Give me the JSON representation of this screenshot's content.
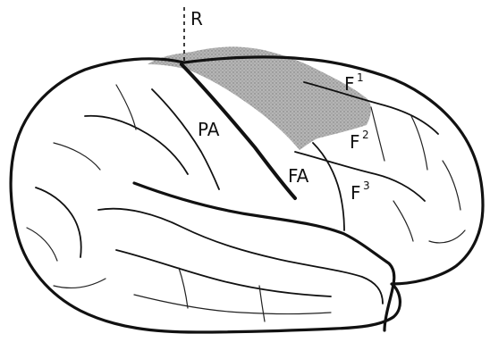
{
  "labels": {
    "R": "R",
    "PA": "PA",
    "FA": "FA",
    "F1": "F",
    "F1_sup": "1",
    "F2": "F",
    "F2_sup": "2",
    "F3": "F",
    "F3_sup": "3"
  },
  "colors": {
    "ink": "#111111",
    "shaded_region": "#a9a9a9",
    "background": "#ffffff"
  }
}
